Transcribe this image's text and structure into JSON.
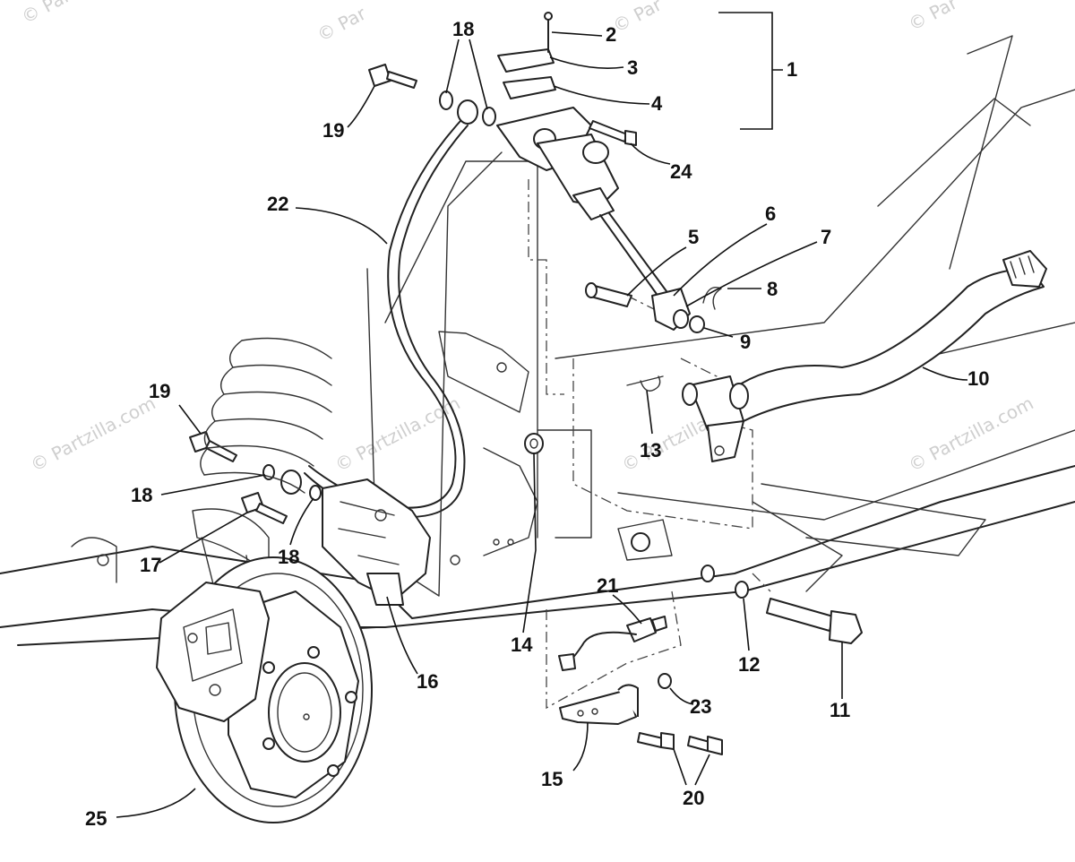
{
  "watermark": {
    "text": "© Partzilla.com",
    "text_short": "© Par"
  },
  "callouts": {
    "c1": "1",
    "c2": "2",
    "c3": "3",
    "c4": "4",
    "c5": "5",
    "c6": "6",
    "c7": "7",
    "c8": "8",
    "c9": "9",
    "c10": "10",
    "c11": "11",
    "c12": "12",
    "c13": "13",
    "c14": "14",
    "c15": "15",
    "c16": "16",
    "c17": "17",
    "c18a": "18",
    "c18b": "18",
    "c18c": "18",
    "c19a": "19",
    "c19b": "19",
    "c20": "20",
    "c21": "21",
    "c22": "22",
    "c23": "23",
    "c24": "24",
    "c25": "25"
  },
  "parts": {
    "master_cylinder": "master-cylinder",
    "brake_pedal": "brake-pedal",
    "brake_hose": "brake-hose",
    "caliper": "brake-caliper",
    "disc": "brake-disc",
    "spring": "coil-spring"
  }
}
